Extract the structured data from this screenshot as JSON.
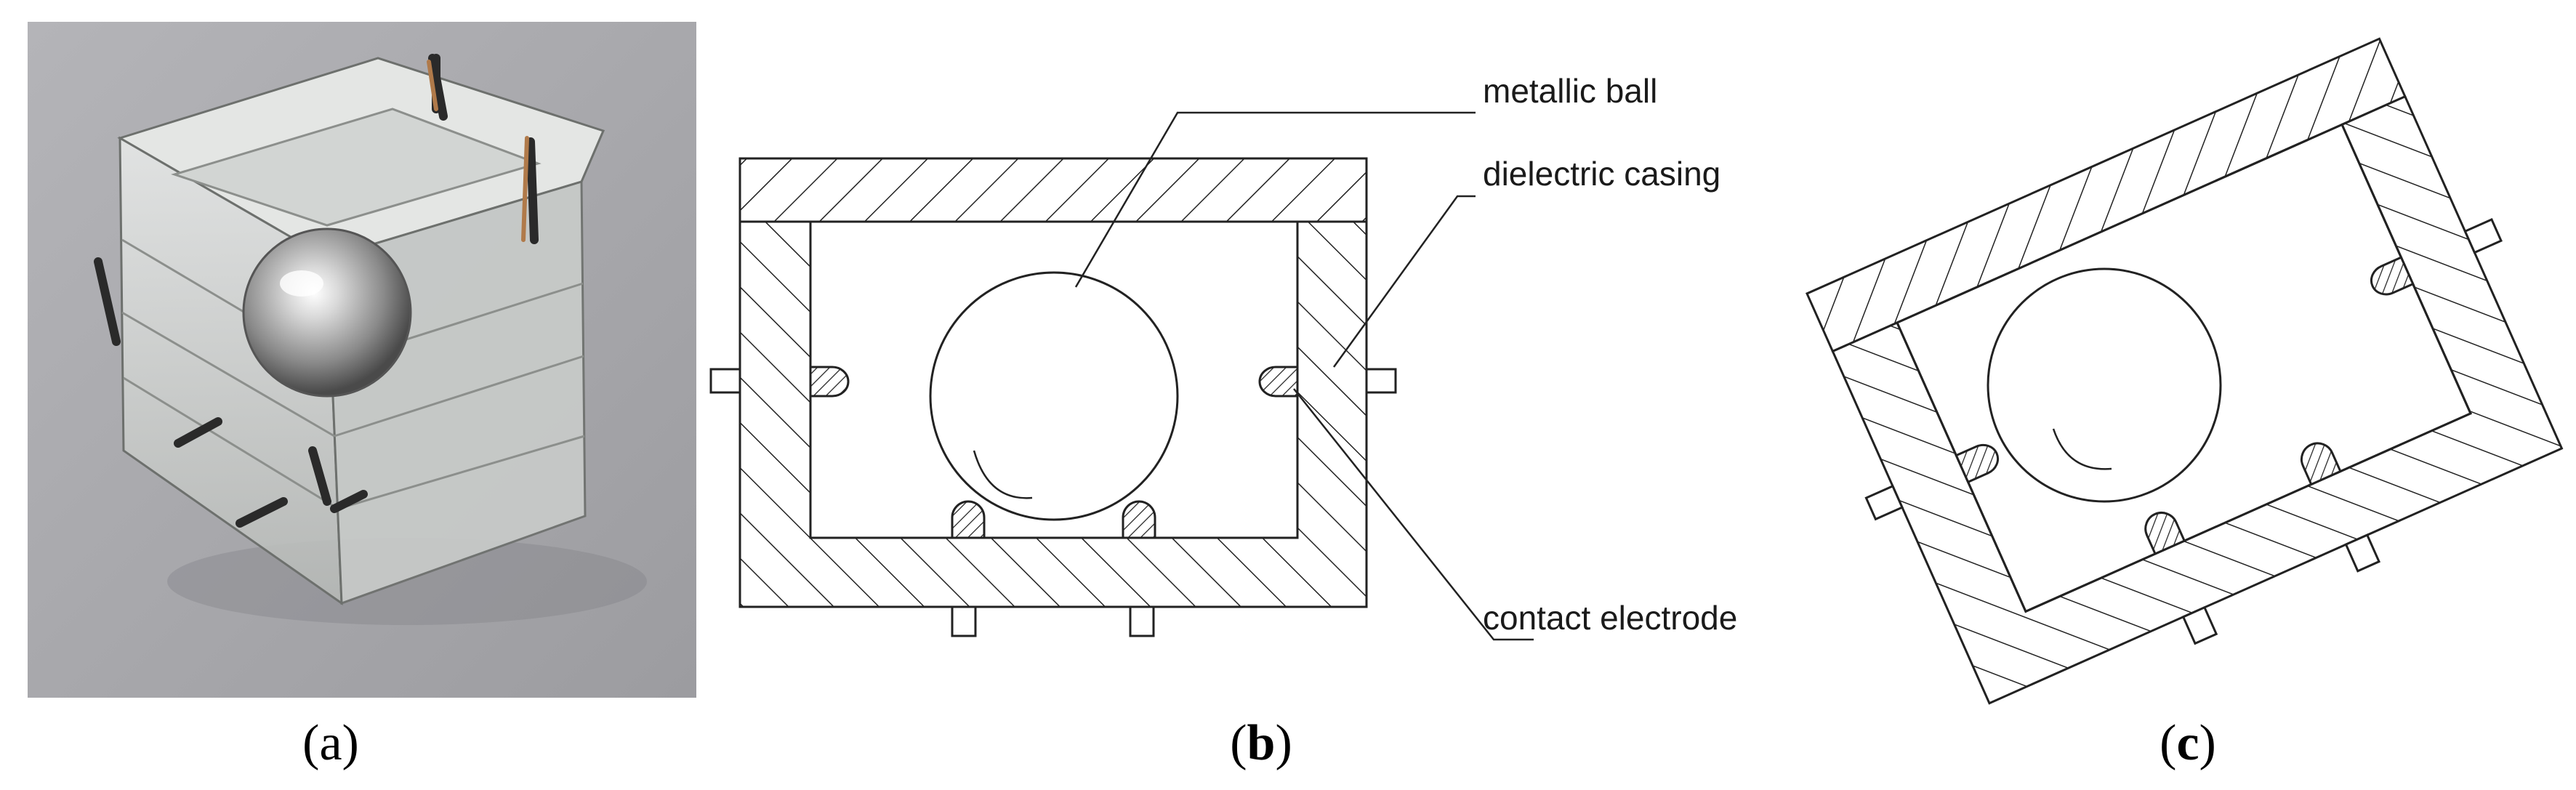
{
  "panels": {
    "a": {
      "caption_open": "(",
      "caption_letter": "a",
      "caption_close": ")",
      "image": "photo-transparent-tilt-switch-with-metal-ball"
    },
    "b": {
      "caption_open": "(",
      "caption_letter": "b",
      "caption_close": ")",
      "labels": {
        "ball": "metallic ball",
        "casing": "dielectric casing",
        "electrode": "contact electrode"
      }
    },
    "c": {
      "caption_open": "(",
      "caption_letter": "c",
      "caption_close": ")"
    }
  },
  "colors": {
    "background": "#ffffff",
    "photo_background": "#a9a9ad",
    "line": "#222222",
    "metal": "#c9c9c9"
  }
}
